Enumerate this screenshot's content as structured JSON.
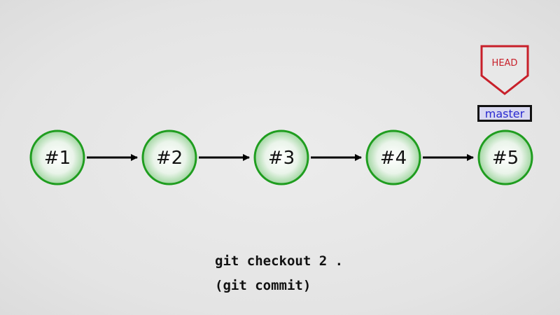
{
  "diagram": {
    "commits": [
      {
        "label": "#1"
      },
      {
        "label": "#2"
      },
      {
        "label": "#3"
      },
      {
        "label": "#4"
      },
      {
        "label": "#5"
      }
    ],
    "head": {
      "label": "HEAD"
    },
    "branch": {
      "label": "master"
    },
    "commands": [
      "git checkout 2 .",
      "(git commit)"
    ],
    "colors": {
      "commit_fill": "#4caf50",
      "commit_stroke": "#1f9d1f",
      "head_stroke": "#c8202a",
      "branch_text": "#2a2ad0",
      "arrow": "#000000"
    }
  }
}
